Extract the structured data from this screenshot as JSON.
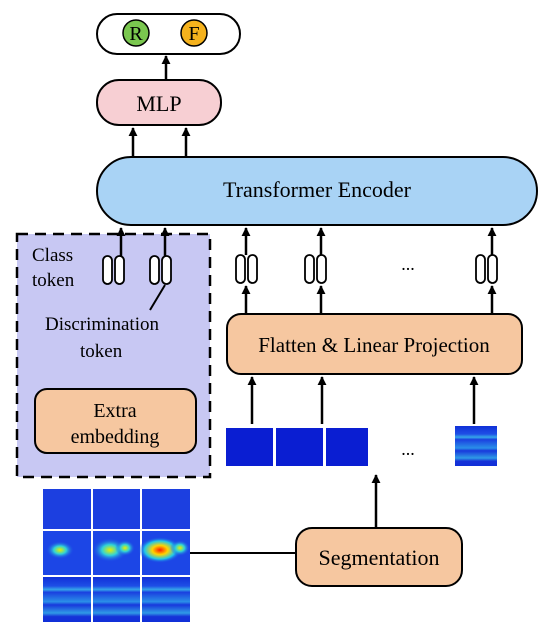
{
  "output": {
    "label_r": "R",
    "label_f": "F",
    "color_r": "#7ac74f",
    "color_f": "#f5b21d"
  },
  "mlp": {
    "label": "MLP",
    "color": "#f7cfd3"
  },
  "encoder": {
    "label": "Transformer Encoder",
    "color": "#a9d3f5"
  },
  "extra_panel": {
    "class_token_line1": "Class",
    "class_token_line2": "token",
    "discrimination_line1": "Discrimination",
    "discrimination_line2": "token",
    "extra_embedding_line1": "Extra",
    "extra_embedding_line2": "embedding",
    "panel_color": "#c8c8f3"
  },
  "projection": {
    "label": "Flatten & Linear Projection",
    "color": "#f6c7a0"
  },
  "ellipsis_tokens": "...",
  "ellipsis_patches": "...",
  "segmentation": {
    "label": "Segmentation",
    "color": "#f6c7a0"
  },
  "colors": {
    "patch_blue": "#0a1ed2",
    "stroke": "#000000"
  }
}
